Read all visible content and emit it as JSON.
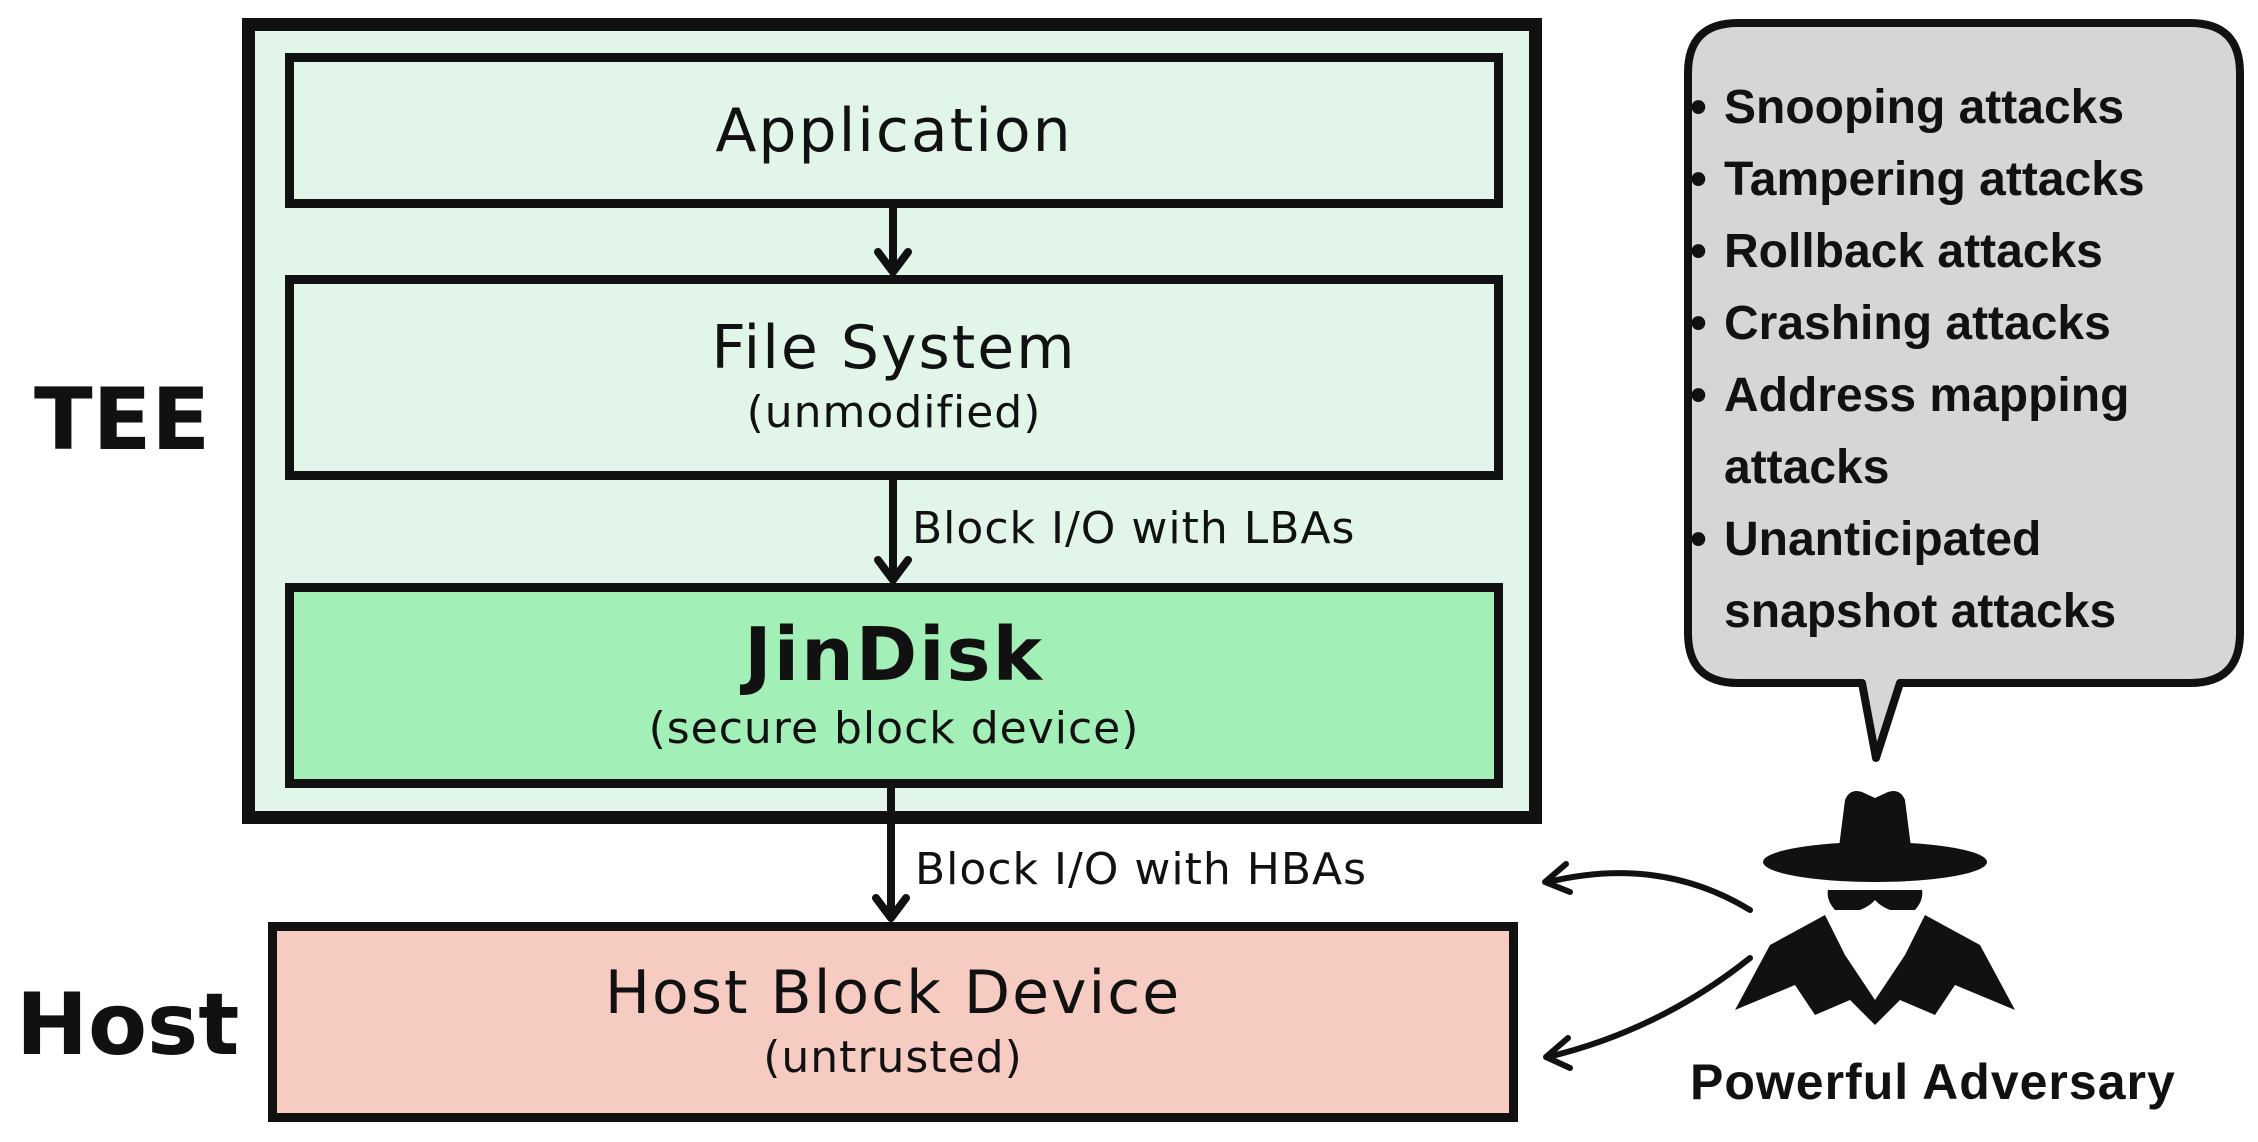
{
  "tee_label": "TEE",
  "host_label": "Host",
  "layers": {
    "application": {
      "title": "Application"
    },
    "file_system": {
      "title": "File System",
      "subtitle": "(unmodified)"
    },
    "jindisk": {
      "title": "JinDisk",
      "subtitle": "(secure block device)"
    },
    "host_device": {
      "title": "Host Block Device",
      "subtitle": "(untrusted)"
    }
  },
  "edges": {
    "fs_to_jindisk": "Block I/O with LBAs",
    "jindisk_to_host": "Block I/O with HBAs"
  },
  "attacks": [
    {
      "text": "Snooping attacks"
    },
    {
      "text": "Tampering attacks"
    },
    {
      "text": "Rollback attacks"
    },
    {
      "text": "Crashing attacks"
    },
    {
      "text": "Address mapping"
    },
    {
      "text": "attacks"
    },
    {
      "text": "Unanticipated"
    },
    {
      "text": "snapshot attacks"
    }
  ],
  "adversary_label": "Powerful Adversary",
  "adversary_icon": "spy-icon",
  "colors": {
    "tee_bg": "#e1f5e8",
    "jindisk_bg": "#a2f0b8",
    "host_bg": "#f6cbc2",
    "bubble_bg": "#d6d6d6",
    "stroke": "#111111"
  }
}
